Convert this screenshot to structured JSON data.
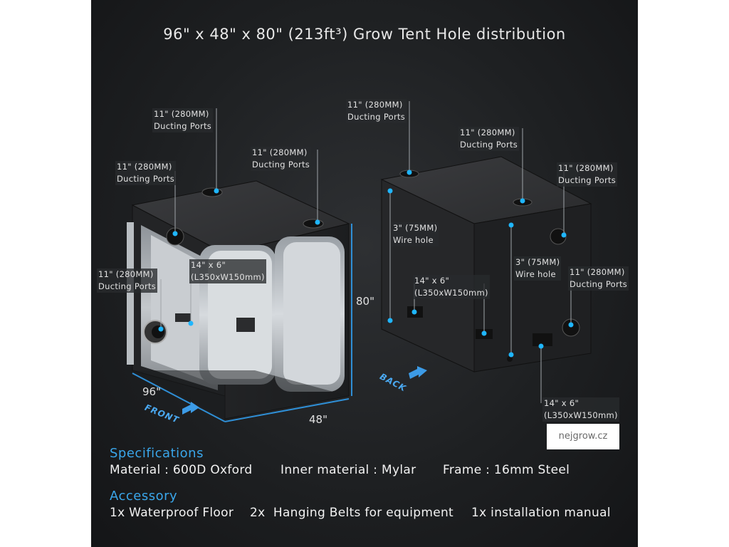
{
  "title": "96\" x 48\" x 80\" (213ft³) Grow Tent Hole distribution",
  "front_labels": {
    "top_port": "11\" (280MM)\nDucting Ports",
    "left_port": "11\" (280MM)\nDucting Ports",
    "right_port": "11\" (280MM)\nDucting Ports",
    "side_port": "11\" (280MM)\nDucting Ports",
    "vent": "14\" x 6\"\n(L350xW150mm)"
  },
  "back_labels": {
    "top_left_port": "11\" (280MM)\nDucting Ports",
    "top_right_port": "11\" (280MM)\nDucting Ports",
    "right_port_upper": "11\" (280MM)\nDucting Ports",
    "right_port_lower": "11\" (280MM)\nDucting Ports",
    "wire_left": "3\" (75MM)\nWire hole",
    "wire_right": "3\" (75MM)\nWire hole",
    "vent_mid": "14\" x 6\"\n(L350xW150mm)",
    "vent_bottom": "14\" x 6\"\n(L350xW150mm)"
  },
  "dimensions": {
    "width": "96\"",
    "depth": "48\"",
    "height": "80\""
  },
  "arrows": {
    "front": "FRONT",
    "back": "BACK"
  },
  "specifications": {
    "heading": "Specifications",
    "items": [
      "Material : 600D Oxford",
      "Inner material : Mylar",
      "Frame : 16mm Steel"
    ]
  },
  "accessory": {
    "heading": "Accessory",
    "items": [
      "1x Waterproof Floor",
      "2x  Hanging Belts for equipment",
      "1x installation manual"
    ]
  },
  "watermark": "nejgrow.cz",
  "colors": {
    "accent": "#3aa6ea",
    "marker": "#1fb6ff",
    "panel": "#1e2022"
  }
}
